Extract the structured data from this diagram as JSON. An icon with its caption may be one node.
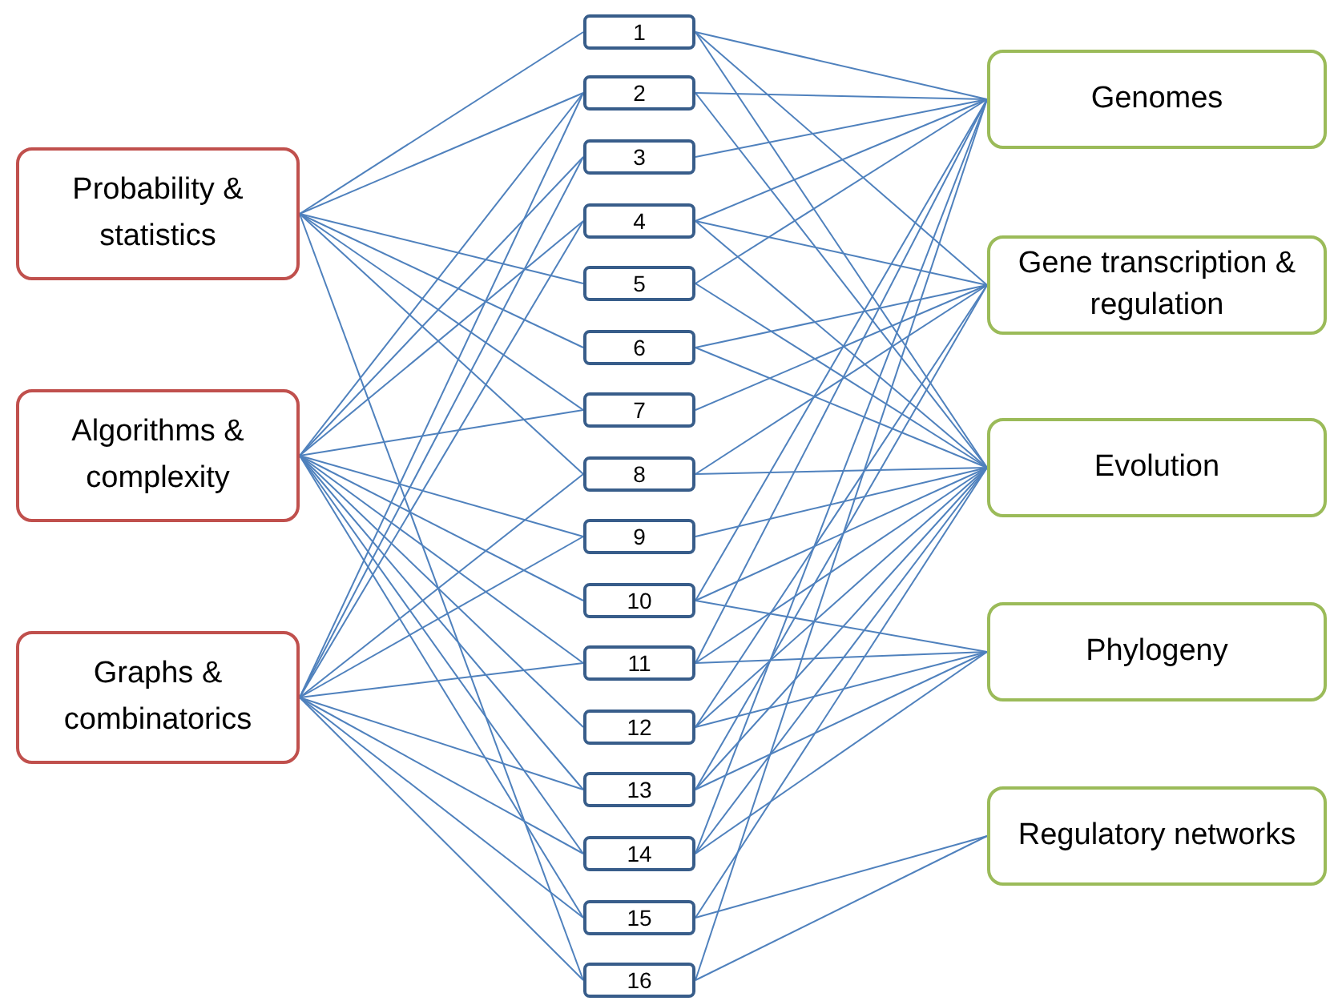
{
  "diagram": {
    "nodes": [
      {
        "text": [
          "Probability & statistics"
        ]
      },
      {
        "text": [
          "Algorithms & complexity"
        ]
      },
      {
        "text": [
          "Graphs & combinatorics"
        ]
      },
      {
        "text": [
          "1"
        ]
      },
      {
        "text": [
          "2"
        ]
      },
      {
        "text": [
          "3"
        ]
      },
      {
        "text": [
          "4"
        ]
      },
      {
        "text": [
          "5"
        ]
      },
      {
        "text": [
          "6"
        ]
      },
      {
        "text": [
          "7"
        ]
      },
      {
        "text": [
          "8"
        ]
      },
      {
        "text": [
          "9"
        ]
      },
      {
        "text": [
          "10"
        ]
      },
      {
        "text": [
          "11"
        ]
      },
      {
        "text": [
          "12"
        ]
      },
      {
        "text": [
          "13"
        ]
      },
      {
        "text": [
          "14"
        ]
      },
      {
        "text": [
          "15"
        ]
      },
      {
        "text": [
          "16"
        ]
      },
      {
        "text": [
          "Genomes"
        ]
      },
      {
        "text": [
          "Gene transcription & regulation"
        ]
      },
      {
        "text": [
          "Evolution"
        ]
      },
      {
        "text": [
          "Phylogeny"
        ]
      },
      {
        "text": [
          "Regulatory networks"
        ]
      }
    ],
    "edges": [
      {
        "from": 0,
        "to": 3,
        "arrow": "none"
      },
      {
        "from": 0,
        "to": 4,
        "arrow": "none"
      },
      {
        "from": 0,
        "to": 7,
        "arrow": "none"
      },
      {
        "from": 0,
        "to": 8,
        "arrow": "none"
      },
      {
        "from": 0,
        "to": 9,
        "arrow": "none"
      },
      {
        "from": 0,
        "to": 10,
        "arrow": "none"
      },
      {
        "from": 0,
        "to": 18,
        "arrow": "none"
      },
      {
        "from": 1,
        "to": 4,
        "arrow": "none"
      },
      {
        "from": 1,
        "to": 5,
        "arrow": "none"
      },
      {
        "from": 1,
        "to": 6,
        "arrow": "none"
      },
      {
        "from": 1,
        "to": 9,
        "arrow": "none"
      },
      {
        "from": 1,
        "to": 11,
        "arrow": "none"
      },
      {
        "from": 1,
        "to": 12,
        "arrow": "none"
      },
      {
        "from": 1,
        "to": 13,
        "arrow": "none"
      },
      {
        "from": 1,
        "to": 14,
        "arrow": "none"
      },
      {
        "from": 1,
        "to": 15,
        "arrow": "none"
      },
      {
        "from": 1,
        "to": 16,
        "arrow": "none"
      },
      {
        "from": 1,
        "to": 17,
        "arrow": "none"
      },
      {
        "from": 2,
        "to": 4,
        "arrow": "none"
      },
      {
        "from": 2,
        "to": 5,
        "arrow": "none"
      },
      {
        "from": 2,
        "to": 6,
        "arrow": "none"
      },
      {
        "from": 2,
        "to": 10,
        "arrow": "none"
      },
      {
        "from": 2,
        "to": 11,
        "arrow": "none"
      },
      {
        "from": 2,
        "to": 13,
        "arrow": "none"
      },
      {
        "from": 2,
        "to": 15,
        "arrow": "none"
      },
      {
        "from": 2,
        "to": 16,
        "arrow": "none"
      },
      {
        "from": 2,
        "to": 17,
        "arrow": "none"
      },
      {
        "from": 2,
        "to": 18,
        "arrow": "none"
      },
      {
        "from": 3,
        "to": 19,
        "arrow": "none"
      },
      {
        "from": 4,
        "to": 19,
        "arrow": "none"
      },
      {
        "from": 5,
        "to": 19,
        "arrow": "none"
      },
      {
        "from": 6,
        "to": 19,
        "arrow": "none"
      },
      {
        "from": 7,
        "to": 19,
        "arrow": "none"
      },
      {
        "from": 12,
        "to": 19,
        "arrow": "none"
      },
      {
        "from": 13,
        "to": 19,
        "arrow": "none"
      },
      {
        "from": 16,
        "to": 19,
        "arrow": "none"
      },
      {
        "from": 18,
        "to": 19,
        "arrow": "none"
      },
      {
        "from": 3,
        "to": 20,
        "arrow": "none"
      },
      {
        "from": 6,
        "to": 20,
        "arrow": "none"
      },
      {
        "from": 8,
        "to": 20,
        "arrow": "none"
      },
      {
        "from": 9,
        "to": 20,
        "arrow": "none"
      },
      {
        "from": 10,
        "to": 20,
        "arrow": "none"
      },
      {
        "from": 14,
        "to": 20,
        "arrow": "none"
      },
      {
        "from": 15,
        "to": 20,
        "arrow": "none"
      },
      {
        "from": 3,
        "to": 21,
        "arrow": "none"
      },
      {
        "from": 4,
        "to": 21,
        "arrow": "none"
      },
      {
        "from": 6,
        "to": 21,
        "arrow": "none"
      },
      {
        "from": 7,
        "to": 21,
        "arrow": "none"
      },
      {
        "from": 8,
        "to": 21,
        "arrow": "none"
      },
      {
        "from": 10,
        "to": 21,
        "arrow": "none"
      },
      {
        "from": 11,
        "to": 21,
        "arrow": "none"
      },
      {
        "from": 12,
        "to": 21,
        "arrow": "none"
      },
      {
        "from": 13,
        "to": 21,
        "arrow": "none"
      },
      {
        "from": 14,
        "to": 21,
        "arrow": "none"
      },
      {
        "from": 15,
        "to": 21,
        "arrow": "none"
      },
      {
        "from": 16,
        "to": 21,
        "arrow": "none"
      },
      {
        "from": 17,
        "to": 21,
        "arrow": "none"
      },
      {
        "from": 12,
        "to": 22,
        "arrow": "none"
      },
      {
        "from": 13,
        "to": 22,
        "arrow": "none"
      },
      {
        "from": 14,
        "to": 22,
        "arrow": "none"
      },
      {
        "from": 15,
        "to": 22,
        "arrow": "none"
      },
      {
        "from": 16,
        "to": 22,
        "arrow": "none"
      },
      {
        "from": 17,
        "to": 23,
        "arrow": "none"
      },
      {
        "from": 18,
        "to": 23,
        "arrow": "none"
      }
    ]
  }
}
